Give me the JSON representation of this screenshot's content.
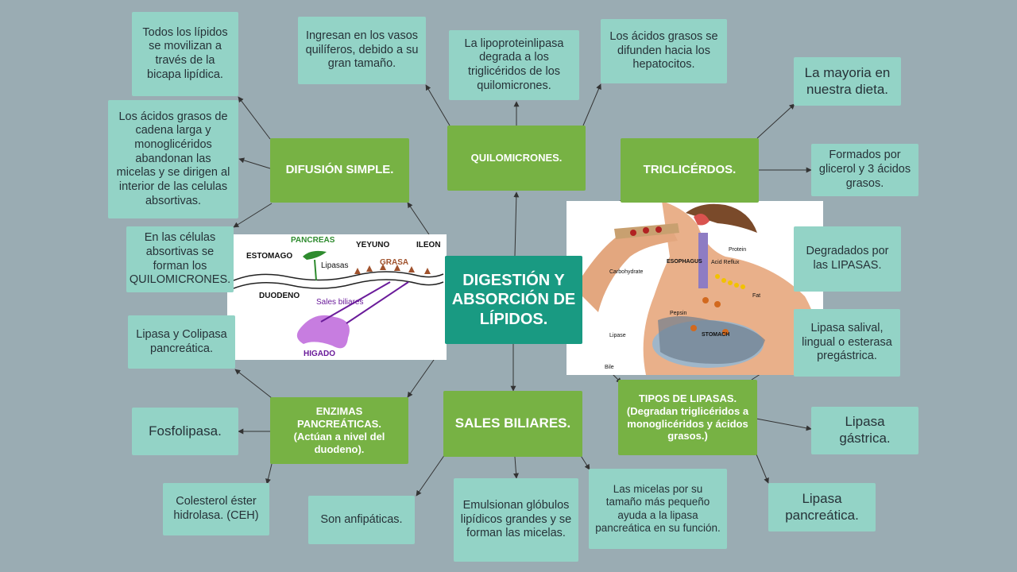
{
  "center": {
    "title": "DIGESTIÓN Y ABSORCIÓN DE LÍPIDOS."
  },
  "difusion": {
    "title": "DIFUSIÓN SIMPLE.",
    "leaf_bicapa": "Todos los lípidos se movilizan a través de la bicapa lipídica.",
    "leaf_acidos": "Los ácidos grasos de cadena larga y monoglicéridos abandonan las micelas y se dirigen al interior de las celulas absortivas.",
    "leaf_celulas": "En las células absortivas se forman los QUILOMICRONES."
  },
  "quilomicrones": {
    "title": "QUILOMICRONES.",
    "leaf_vasos": "Ingresan en los vasos quilíferos, debido a su gran tamaño.",
    "leaf_lipoproteinlipasa": "La lipoproteinlipasa degrada a los triglicéridos de los quilomicrones.",
    "leaf_hepatocitos": "Los ácidos grasos se difunden hacia los hepatocitos."
  },
  "trigliceridos": {
    "title": "TRICLICÉRDOS.",
    "leaf_dieta": "La mayoria en nuestra dieta.",
    "leaf_formados": "Formados por glicerol y 3 ácidos grasos.",
    "leaf_degradados": "Degradados por las LIPASAS."
  },
  "enzimas": {
    "title": "ENZIMAS PANCREÁTICAS. (Actúan a nivel del duodeno).",
    "leaf_lipasa_colipasa": "Lipasa y Colipasa pancreática.",
    "leaf_fosfolipasa": "Fosfolipasa.",
    "leaf_colesterol": "Colesterol éster hidrolasa. (CEH)"
  },
  "sales": {
    "title": "SALES BILIARES.",
    "leaf_anfipaticas": "Son anfipáticas.",
    "leaf_emulsionan": "Emulsionan glóbulos lipídicos grandes y se forman las micelas.",
    "leaf_micelas": "Las micelas por su tamaño más pequeño ayuda a la lipasa pancreática en su función."
  },
  "lipasas": {
    "title": "TIPOS DE LIPASAS. (Degradan triglicéridos a monoglicéridos y ácidos grasos.)",
    "leaf_salival": "Lipasa salival, lingual o esterasa pregástrica.",
    "leaf_gastrica": "Lipasa gástrica.",
    "leaf_pancreatica": "Lipasa pancreática."
  },
  "image_left": {
    "labels": {
      "pancreas": "PANCREAS",
      "yeyuno": "YEYUNO",
      "ileon": "ILEON",
      "estomago": "ESTOMAGO",
      "lipasas": "Lipasas",
      "grasa": "GRASA",
      "duodeno": "DUODENO",
      "sales_biliares": "Sales biliares",
      "higado": "HIGADO"
    }
  },
  "image_right": {
    "labels": {
      "esophagus": "ESOPHAGUS",
      "acid_reflux": "Acid Reflux",
      "protein": "Protein",
      "carbohydrate": "Carbohydrate",
      "fat": "Fat",
      "pepsin": "Pepsin",
      "lipase": "Lipase",
      "stomach": "STOMACH",
      "bile": "Bile"
    }
  },
  "colors": {
    "background": "#9aacb3",
    "leaf": "#93d3c6",
    "subtopic": "#77b244",
    "center": "#199a82",
    "arrow": "#333333"
  }
}
